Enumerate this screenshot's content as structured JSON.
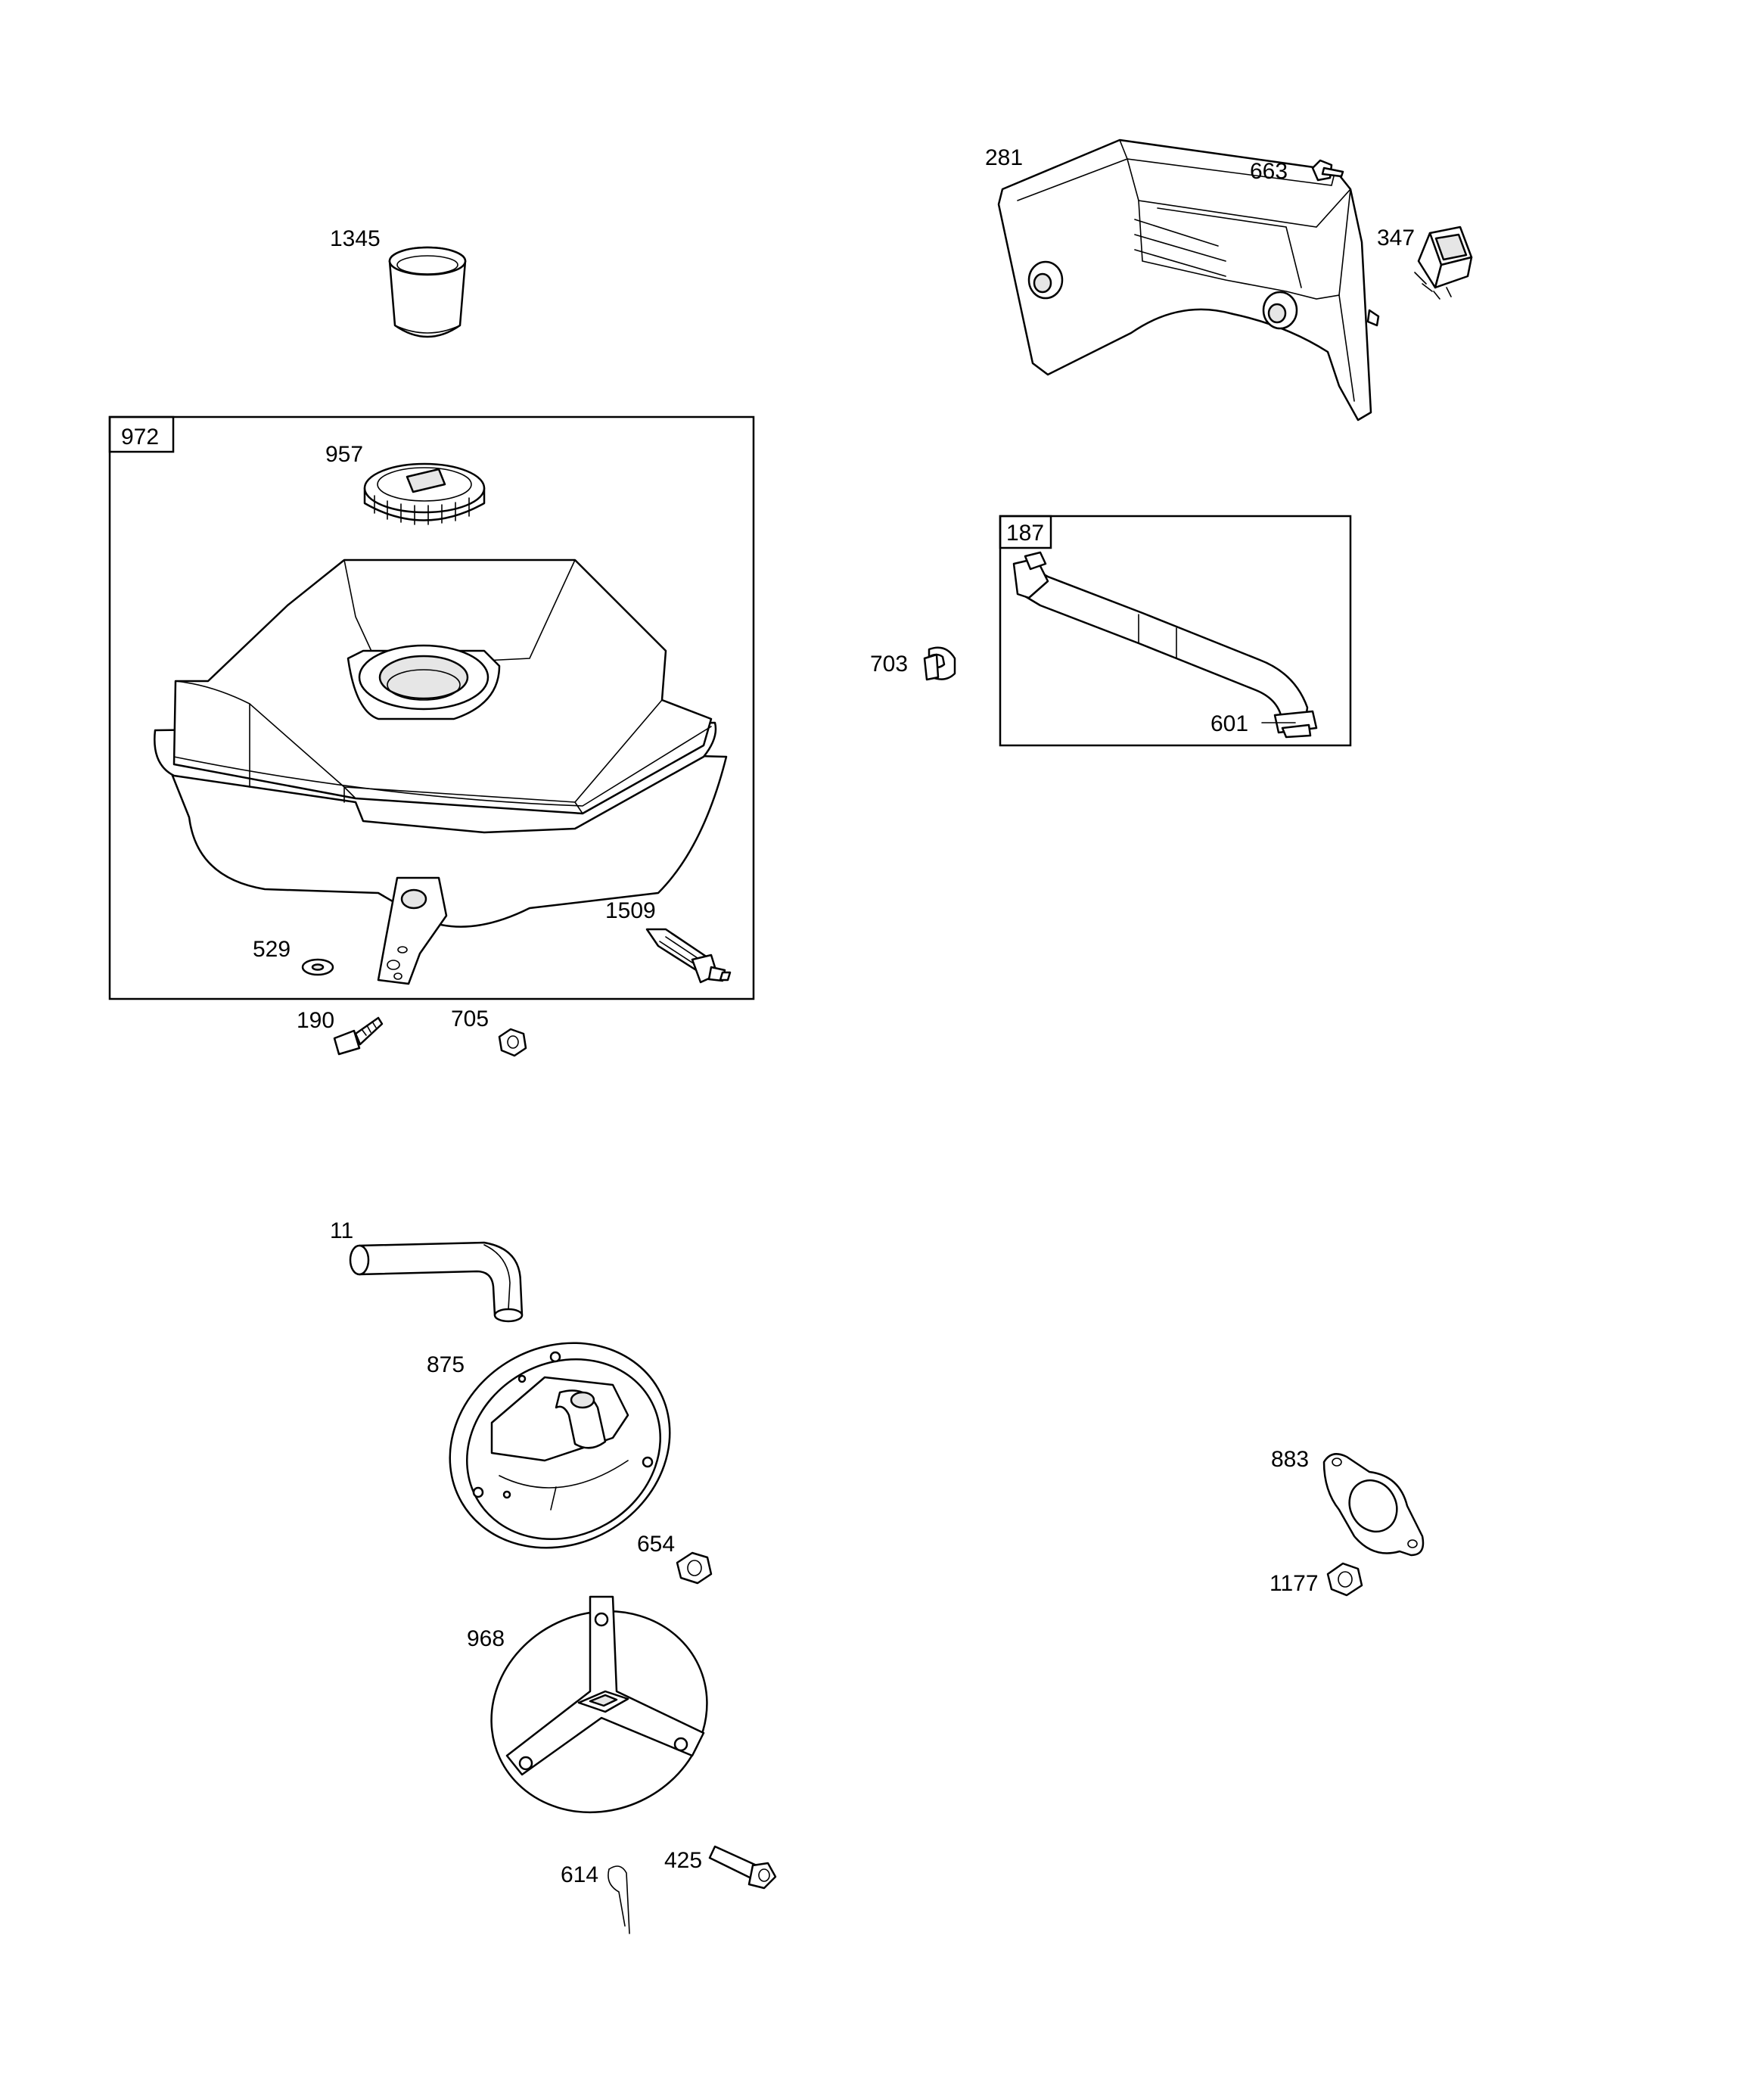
{
  "callouts": {
    "c1345": "1345",
    "c972": "972",
    "c957": "957",
    "c529": "529",
    "c1509": "1509",
    "c190": "190",
    "c705": "705",
    "c11": "11",
    "c875": "875",
    "c654": "654",
    "c968": "968",
    "c614": "614",
    "c425": "425",
    "c281": "281",
    "c663": "663",
    "c347": "347",
    "c187": "187",
    "c703": "703",
    "c601": "601",
    "c883": "883",
    "c1177": "1177"
  }
}
